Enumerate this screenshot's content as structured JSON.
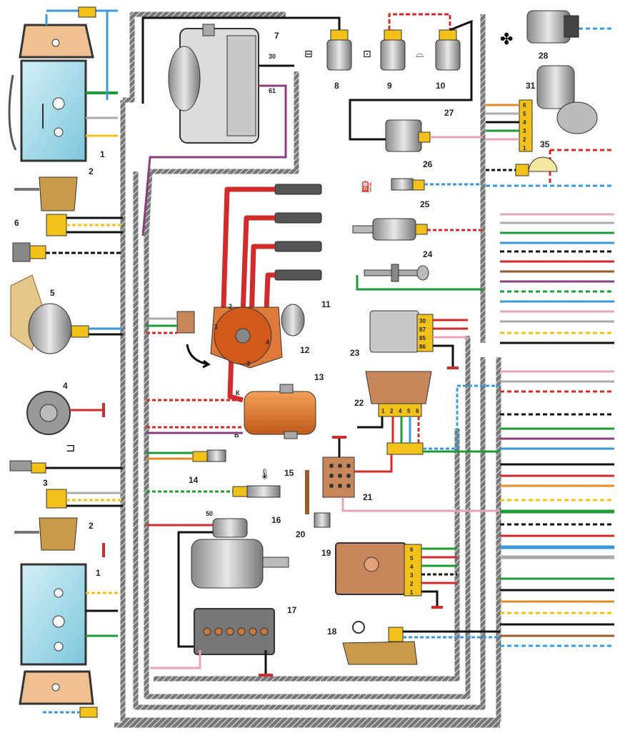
{
  "components": {
    "c1": "1",
    "c2": "2",
    "c3": "3",
    "c4": "4",
    "c5": "5",
    "c6": "6",
    "c7": "7",
    "c8": "8",
    "c9": "9",
    "c10": "10",
    "c11": "11",
    "c12": "12",
    "c13": "13",
    "c14": "14",
    "c15": "15",
    "c16": "16",
    "c17": "17",
    "c18": "18",
    "c19": "19",
    "c20": "20",
    "c21": "21",
    "c22": "22",
    "c23": "23",
    "c24": "24",
    "c25": "25",
    "c26": "26",
    "c27": "27",
    "c28": "28",
    "c31": "31",
    "c35": "35"
  },
  "terminals": {
    "gen_30": "30",
    "gen_61": "61",
    "coil_k": "К",
    "coil_b": "Б",
    "starter_50": "50",
    "relay23": [
      "30",
      "87",
      "85",
      "86"
    ],
    "sw22": [
      "1",
      "2",
      "4",
      "5",
      "6"
    ],
    "sw19": [
      "6",
      "5",
      "4",
      "3",
      "2",
      "1"
    ],
    "motor31": [
      "6",
      "5",
      "4",
      "3",
      "2",
      "1"
    ],
    "distributor": [
      "1",
      "2",
      "3",
      "4"
    ]
  },
  "colors": {
    "harness": "#555555",
    "red": "#d12b2b",
    "blue": "#3a9ad9",
    "green": "#1f9a3a",
    "black": "#111111",
    "pink": "#e6a3bd",
    "violet": "#8a3f7a",
    "orange": "#e08a2a",
    "brown": "#9a5a2a",
    "yellow": "#f2c21b",
    "gray": "#aaaaaa"
  },
  "icons": [
    "fan-icon",
    "horn-icon",
    "oil-can-icon",
    "washer-icon",
    "wiper-icon",
    "headlight-icon",
    "temperature-icon",
    "brake-warning-icon",
    "ground-icon"
  ]
}
